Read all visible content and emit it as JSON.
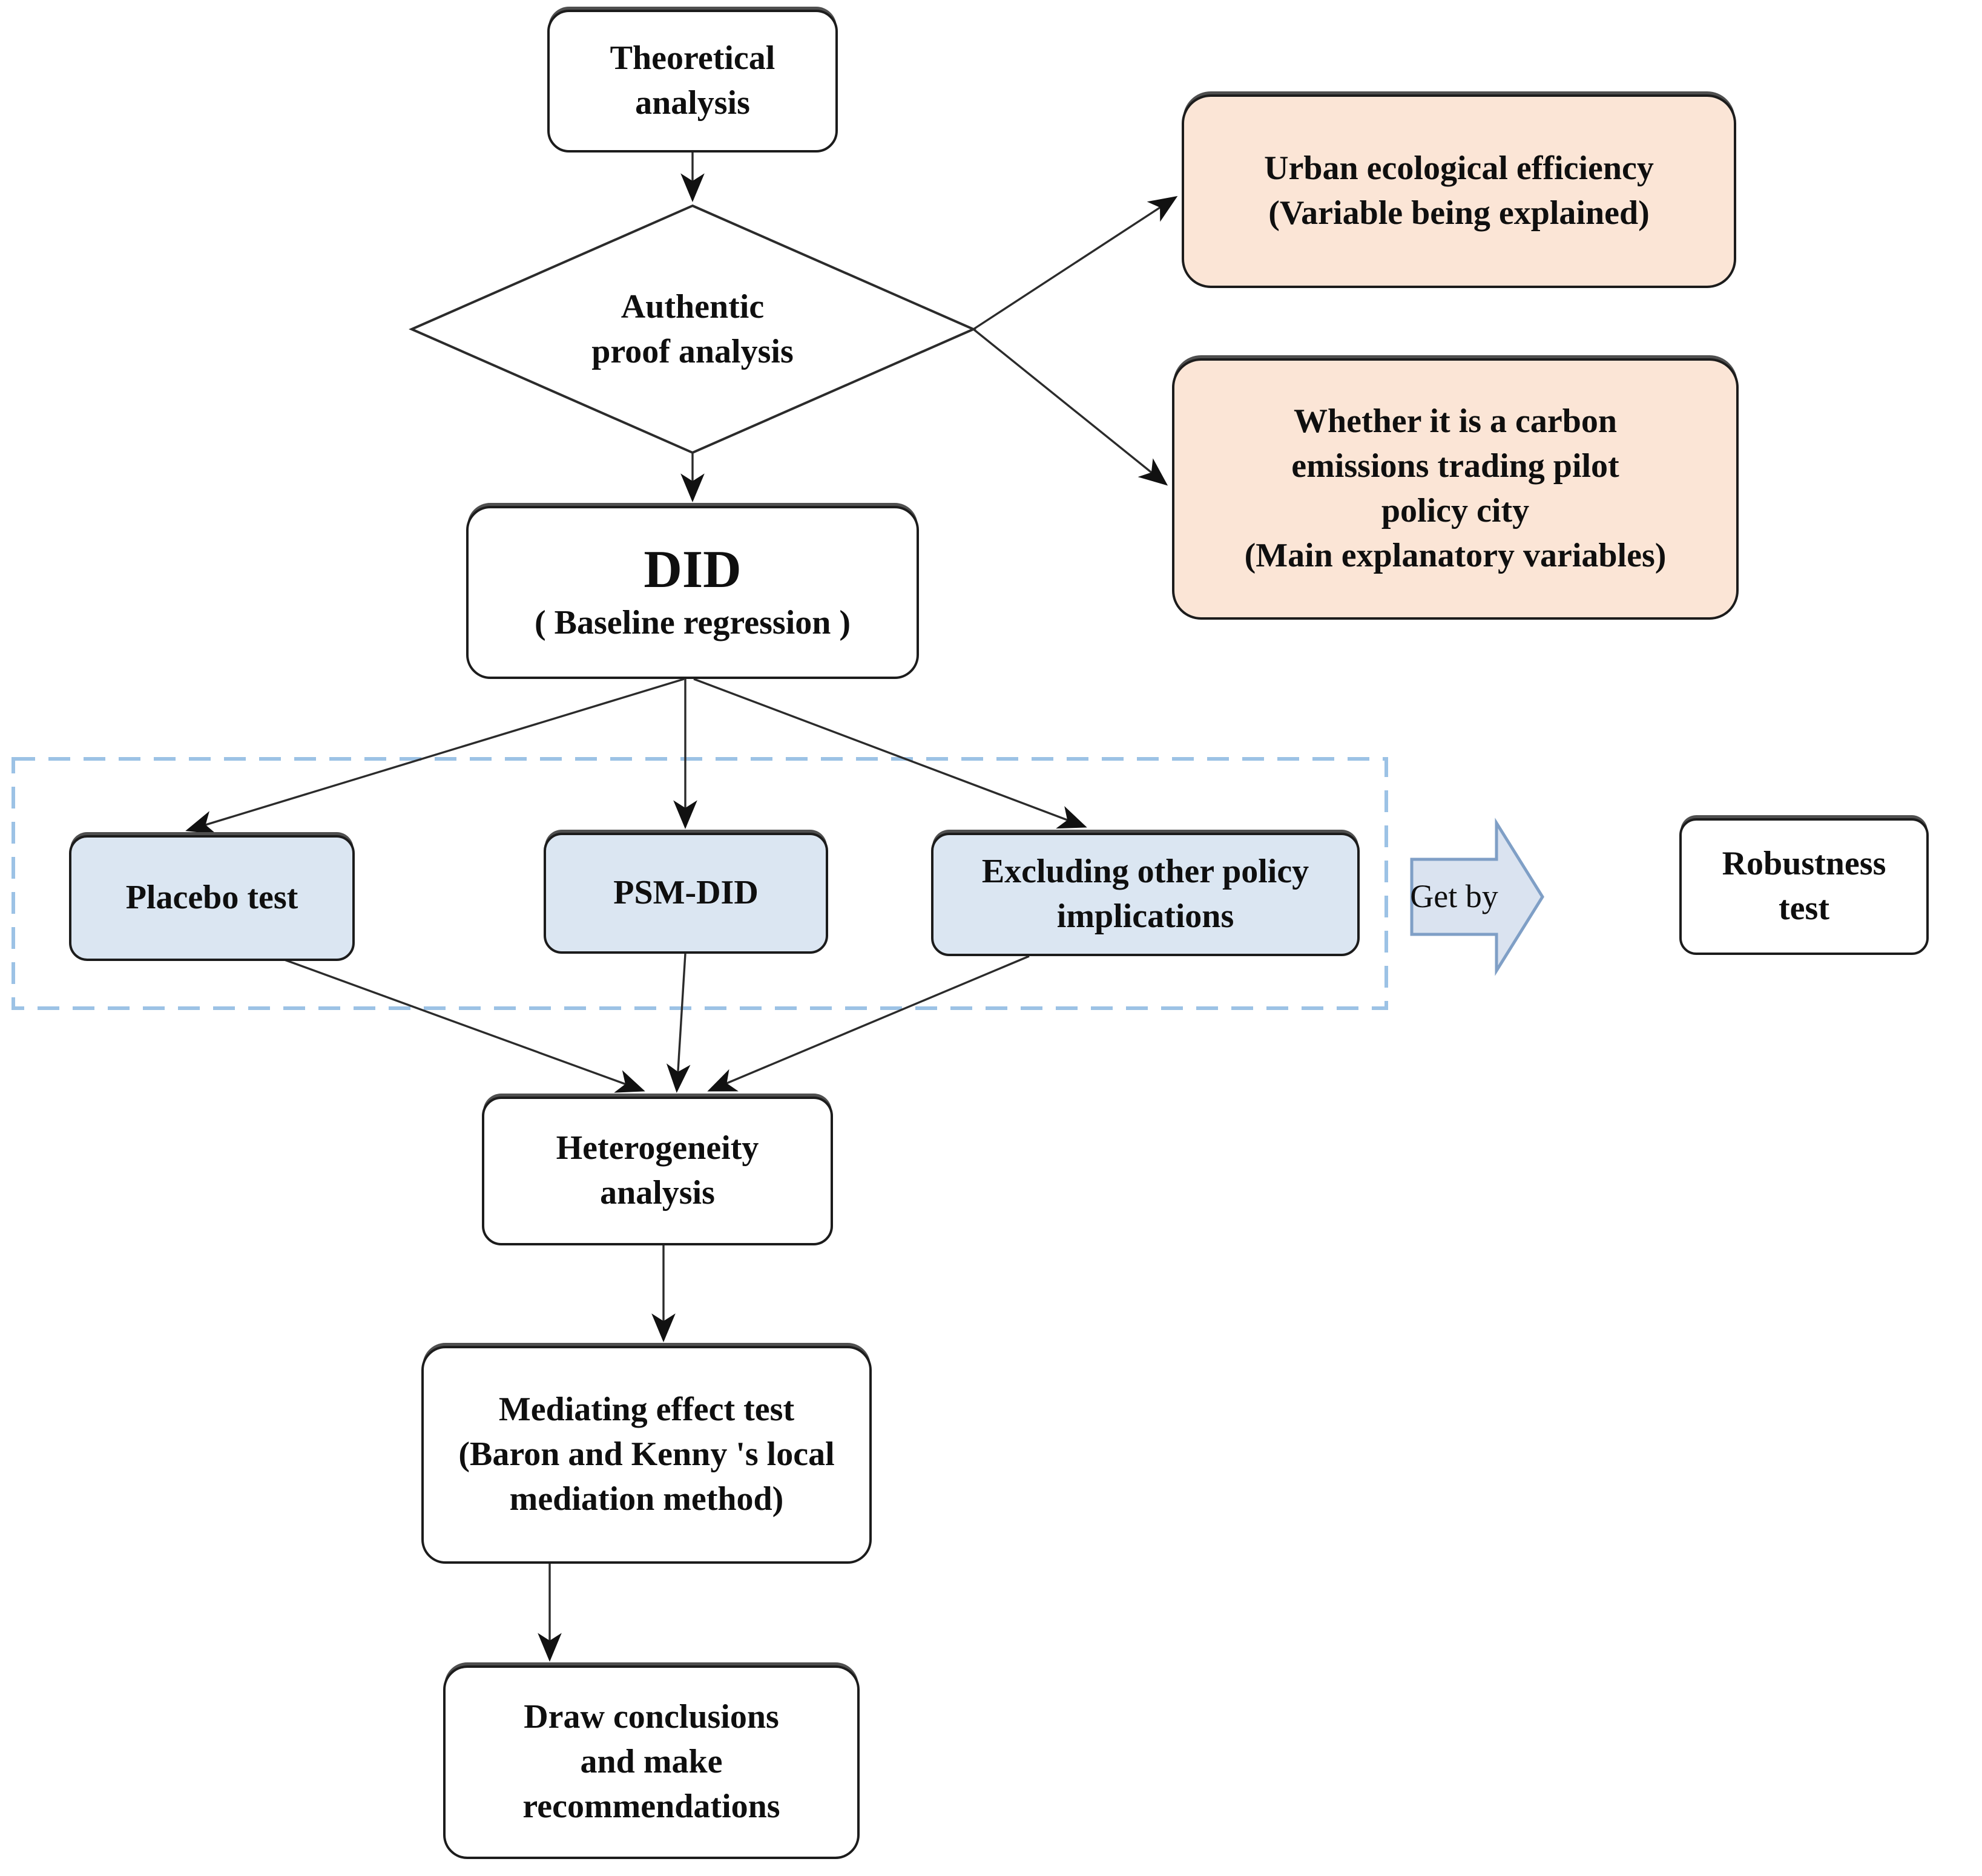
{
  "title": "Research methodology flowchart",
  "colors": {
    "peach_fill": "#fbe5d6",
    "blue_fill": "#dbe6f2",
    "getby_fill": "#dae3f0",
    "getby_border": "#7f9fc6",
    "dashed_border": "#9cc2e5",
    "line_color": "#2b2b2b",
    "box_border": "#1c1c1c"
  },
  "nodes": {
    "theoretical": {
      "lines": [
        "Theoretical",
        "analysis"
      ]
    },
    "diamond": {
      "lines": [
        "Authentic",
        "proof analysis"
      ]
    },
    "peach1": {
      "lines": [
        "Urban ecological efficiency",
        "(Variable being explained)"
      ]
    },
    "peach2": {
      "lines": [
        "Whether it is a carbon",
        "emissions trading pilot",
        "policy city",
        "(Main explanatory variables)"
      ]
    },
    "did": {
      "lines": [
        "DID",
        "( Baseline regression )"
      ]
    },
    "placebo": {
      "label": "Placebo test"
    },
    "psmdid": {
      "label": "PSM-DID"
    },
    "excluding": {
      "lines": [
        "Excluding other policy",
        "implications"
      ]
    },
    "getby": {
      "label": "Get by"
    },
    "robustness": {
      "lines": [
        "Robustness",
        "test"
      ]
    },
    "heterogeneity": {
      "lines": [
        "Heterogeneity",
        "analysis"
      ]
    },
    "mediating": {
      "lines": [
        "Mediating effect test",
        "(Baron and Kenny 's local",
        "mediation method)"
      ]
    },
    "conclusions": {
      "lines": [
        "Draw conclusions",
        "and make",
        "recommendations"
      ]
    }
  }
}
